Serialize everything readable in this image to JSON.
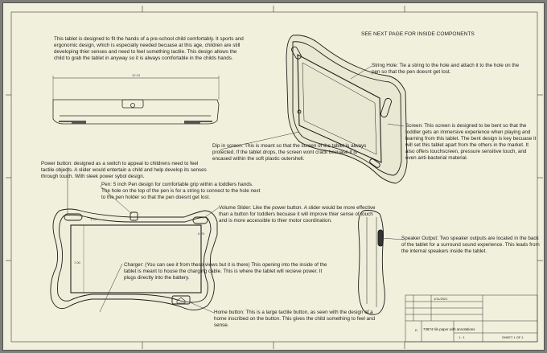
{
  "header": {
    "next_page_note": "SEE NEXT PAGE FOR INSIDE COMPONENTS"
  },
  "annotations": {
    "intro": "This tablet is designed to fit the hands of a pre-school child comfortably. It sports and ergonomic design, which is especially needed becuase at this age, children are still developing thier senses and need to feel something tactile. This design allows the child to grab the tablet in anyway so it is always comfortable in the childs hands.",
    "string_hole": "String Hole: Tie a string to the hole and attach it to the hole on the pen so that the pen doesnt get lost.",
    "screen": "Screen: This screen is designed to be bent so that the toddler gets an immersive experience when playing and learning from this tablet. The bent design is key becuase it will set this tablet apart from the others in the market. It also offers touchscreen, pressure sensitive touch, and even anti-bacterial material.",
    "dip": "Dip in screen: This is meant so that the screen of the tablet is always protected. If the tablet drops, the screen wont crack becuase it is encased within the soft plastic outershell.",
    "power": "Power button: designed as a switch to appeal to childrens need to feel tactile objects. A slider would entertain a child and help develop its senses through touch. With sleek power sybol design.",
    "pen": "Pen: 5 inch Pen design for comfortable grip within a toddlers hands. The hole on the top of the pen is for a string to connect to the hole next to the pen holder so that the pen doesnt get lost.",
    "volume": "Volume Slider: Like the power button. A slider would be more effective than a button for toddlers becuase it will improve thier sense of touch and is more accessible to thier motor coordination.",
    "speaker": "Speaker Output: Two speaker outputs are located in the back of the tablet for a surround sound experience. This leads from the internal speakers inside the tablet.",
    "charger": "Charger: (You can see it from these views but it is there) This opening into the inside of the tablet is meant to house the charging cable. This is where the tablet will recieve power. It plugs directly into the battery.",
    "home": "Home button: This is a large tactile button, as seen with the design of a home inscribed on the button. This gives the child something to feel and sense."
  },
  "dimensions": {
    "width_label": "12.13",
    "side_label": "7.00",
    "top_small": "1.25",
    "corner_small": "0.75"
  },
  "title_block": {
    "date": "1/11/2021",
    "size": "D",
    "title_line": "73874 tile paper with annotations",
    "sheet": "SHEET 1 OF 1",
    "scale": "1 : 1"
  }
}
